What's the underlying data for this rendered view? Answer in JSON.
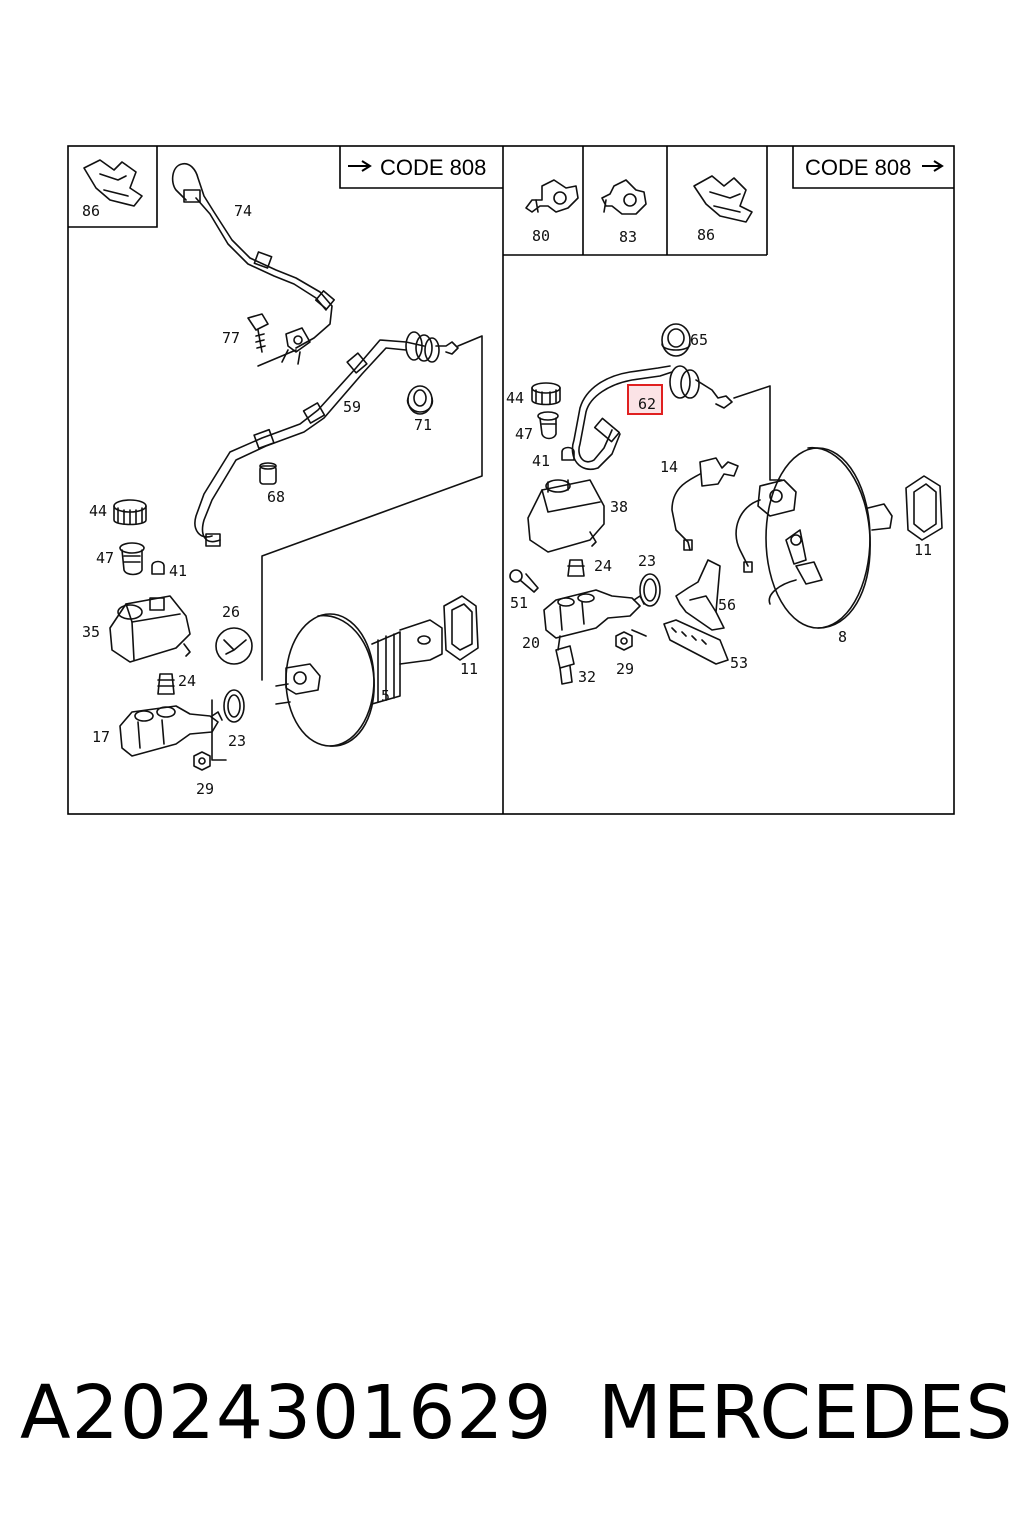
{
  "diagram": {
    "left_panel": {
      "code_label": "CODE 808",
      "callouts": {
        "c86": "86",
        "c74": "74",
        "c77": "77",
        "c59": "59",
        "c71": "71",
        "c68": "68",
        "c44": "44",
        "c47": "47",
        "c41": "41",
        "c26": "26",
        "c35": "35",
        "c24": "24",
        "c17": "17",
        "c23": "23",
        "c29": "29",
        "c5": "5",
        "c11": "11"
      }
    },
    "right_panel": {
      "code_label": "CODE 808",
      "callouts": {
        "c80": "80",
        "c83": "83",
        "c86": "86",
        "c65": "65",
        "c44": "44",
        "c62": "62",
        "c47": "47",
        "c41": "41",
        "c14": "14",
        "c38": "38",
        "c23": "23",
        "c24": "24",
        "c51": "51",
        "c20": "20",
        "c32": "32",
        "c29": "29",
        "c56": "56",
        "c53": "53",
        "c11": "11",
        "c8": "8"
      },
      "highlighted_callout": "62",
      "highlight_color": "#e02020",
      "highlight_fill": "#fbe3e6"
    }
  },
  "caption": {
    "part_number": "A2024301629",
    "brand": "MERCEDES"
  }
}
